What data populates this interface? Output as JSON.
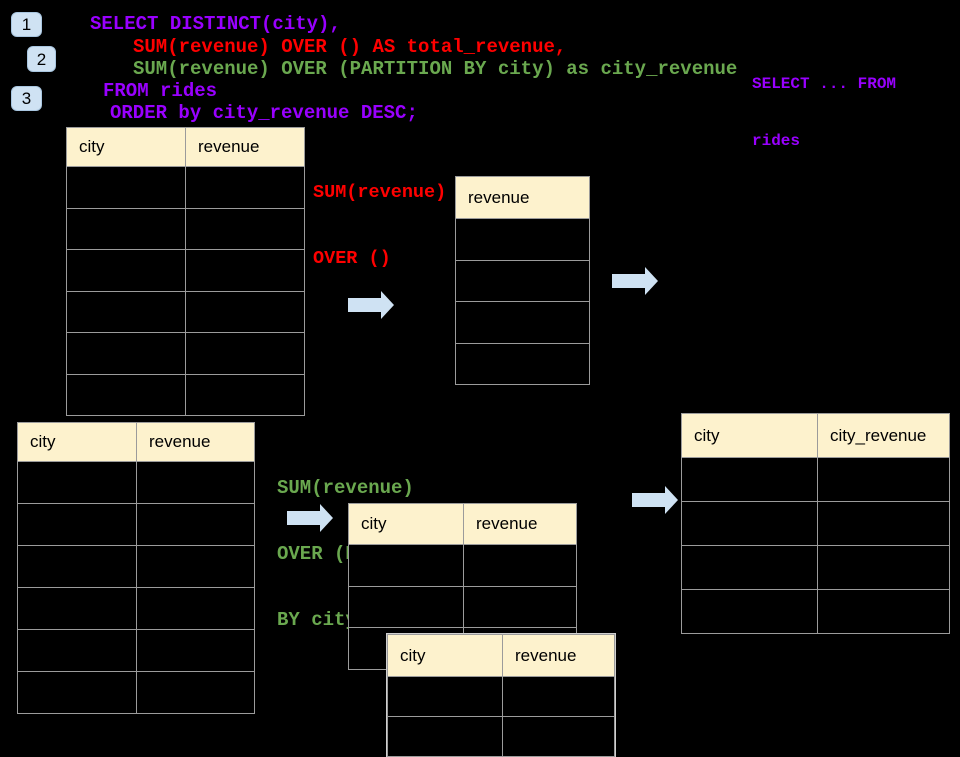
{
  "colors": {
    "background": "#000000",
    "purple": "#9900ff",
    "red": "#ff0000",
    "green": "#6aa84f",
    "table_header_fill": "#fdf2cd",
    "table_border": "#9b9b9b",
    "badge_fill": "#cfe2f3",
    "arrow_fill": "#cfe2f3"
  },
  "step_badges": [
    {
      "label": "1"
    },
    {
      "label": "2"
    },
    {
      "label": "3"
    }
  ],
  "sql_query": {
    "lines": [
      {
        "text": "SELECT DISTINCT(city),",
        "color": "purple"
      },
      {
        "text": "SUM(revenue) OVER () AS total_revenue,",
        "color": "red"
      },
      {
        "text": "SUM(revenue) OVER (PARTITION BY city) as city_revenue",
        "color": "green"
      },
      {
        "text": "FROM rides",
        "color": "purple"
      },
      {
        "text": "ORDER by city_revenue DESC;",
        "color": "purple"
      }
    ]
  },
  "side_note": {
    "color": "purple",
    "lines": [
      "SELECT ... FROM",
      "rides"
    ]
  },
  "annotations": {
    "total_revenue_label": {
      "color": "red",
      "lines": [
        "SUM(revenue)",
        "OVER ()"
      ]
    },
    "city_revenue_label": {
      "color": "green",
      "lines": [
        "SUM(revenue)",
        "OVER (PARTITION",
        "BY city)"
      ]
    }
  },
  "tables": {
    "rides_top": {
      "columns": [
        "city",
        "revenue"
      ],
      "empty_rows": 6
    },
    "total_revenue_result": {
      "columns": [
        "revenue"
      ],
      "empty_rows": 4
    },
    "rides_bottom": {
      "columns": [
        "city",
        "revenue"
      ],
      "empty_rows": 6
    },
    "partition_step": {
      "columns": [
        "city",
        "revenue"
      ],
      "empty_rows": 3
    },
    "partition_overlay": {
      "columns": [
        "city",
        "revenue"
      ],
      "empty_rows": 2
    },
    "city_revenue_result": {
      "columns": [
        "city",
        "city_revenue"
      ],
      "empty_rows": 4
    }
  }
}
